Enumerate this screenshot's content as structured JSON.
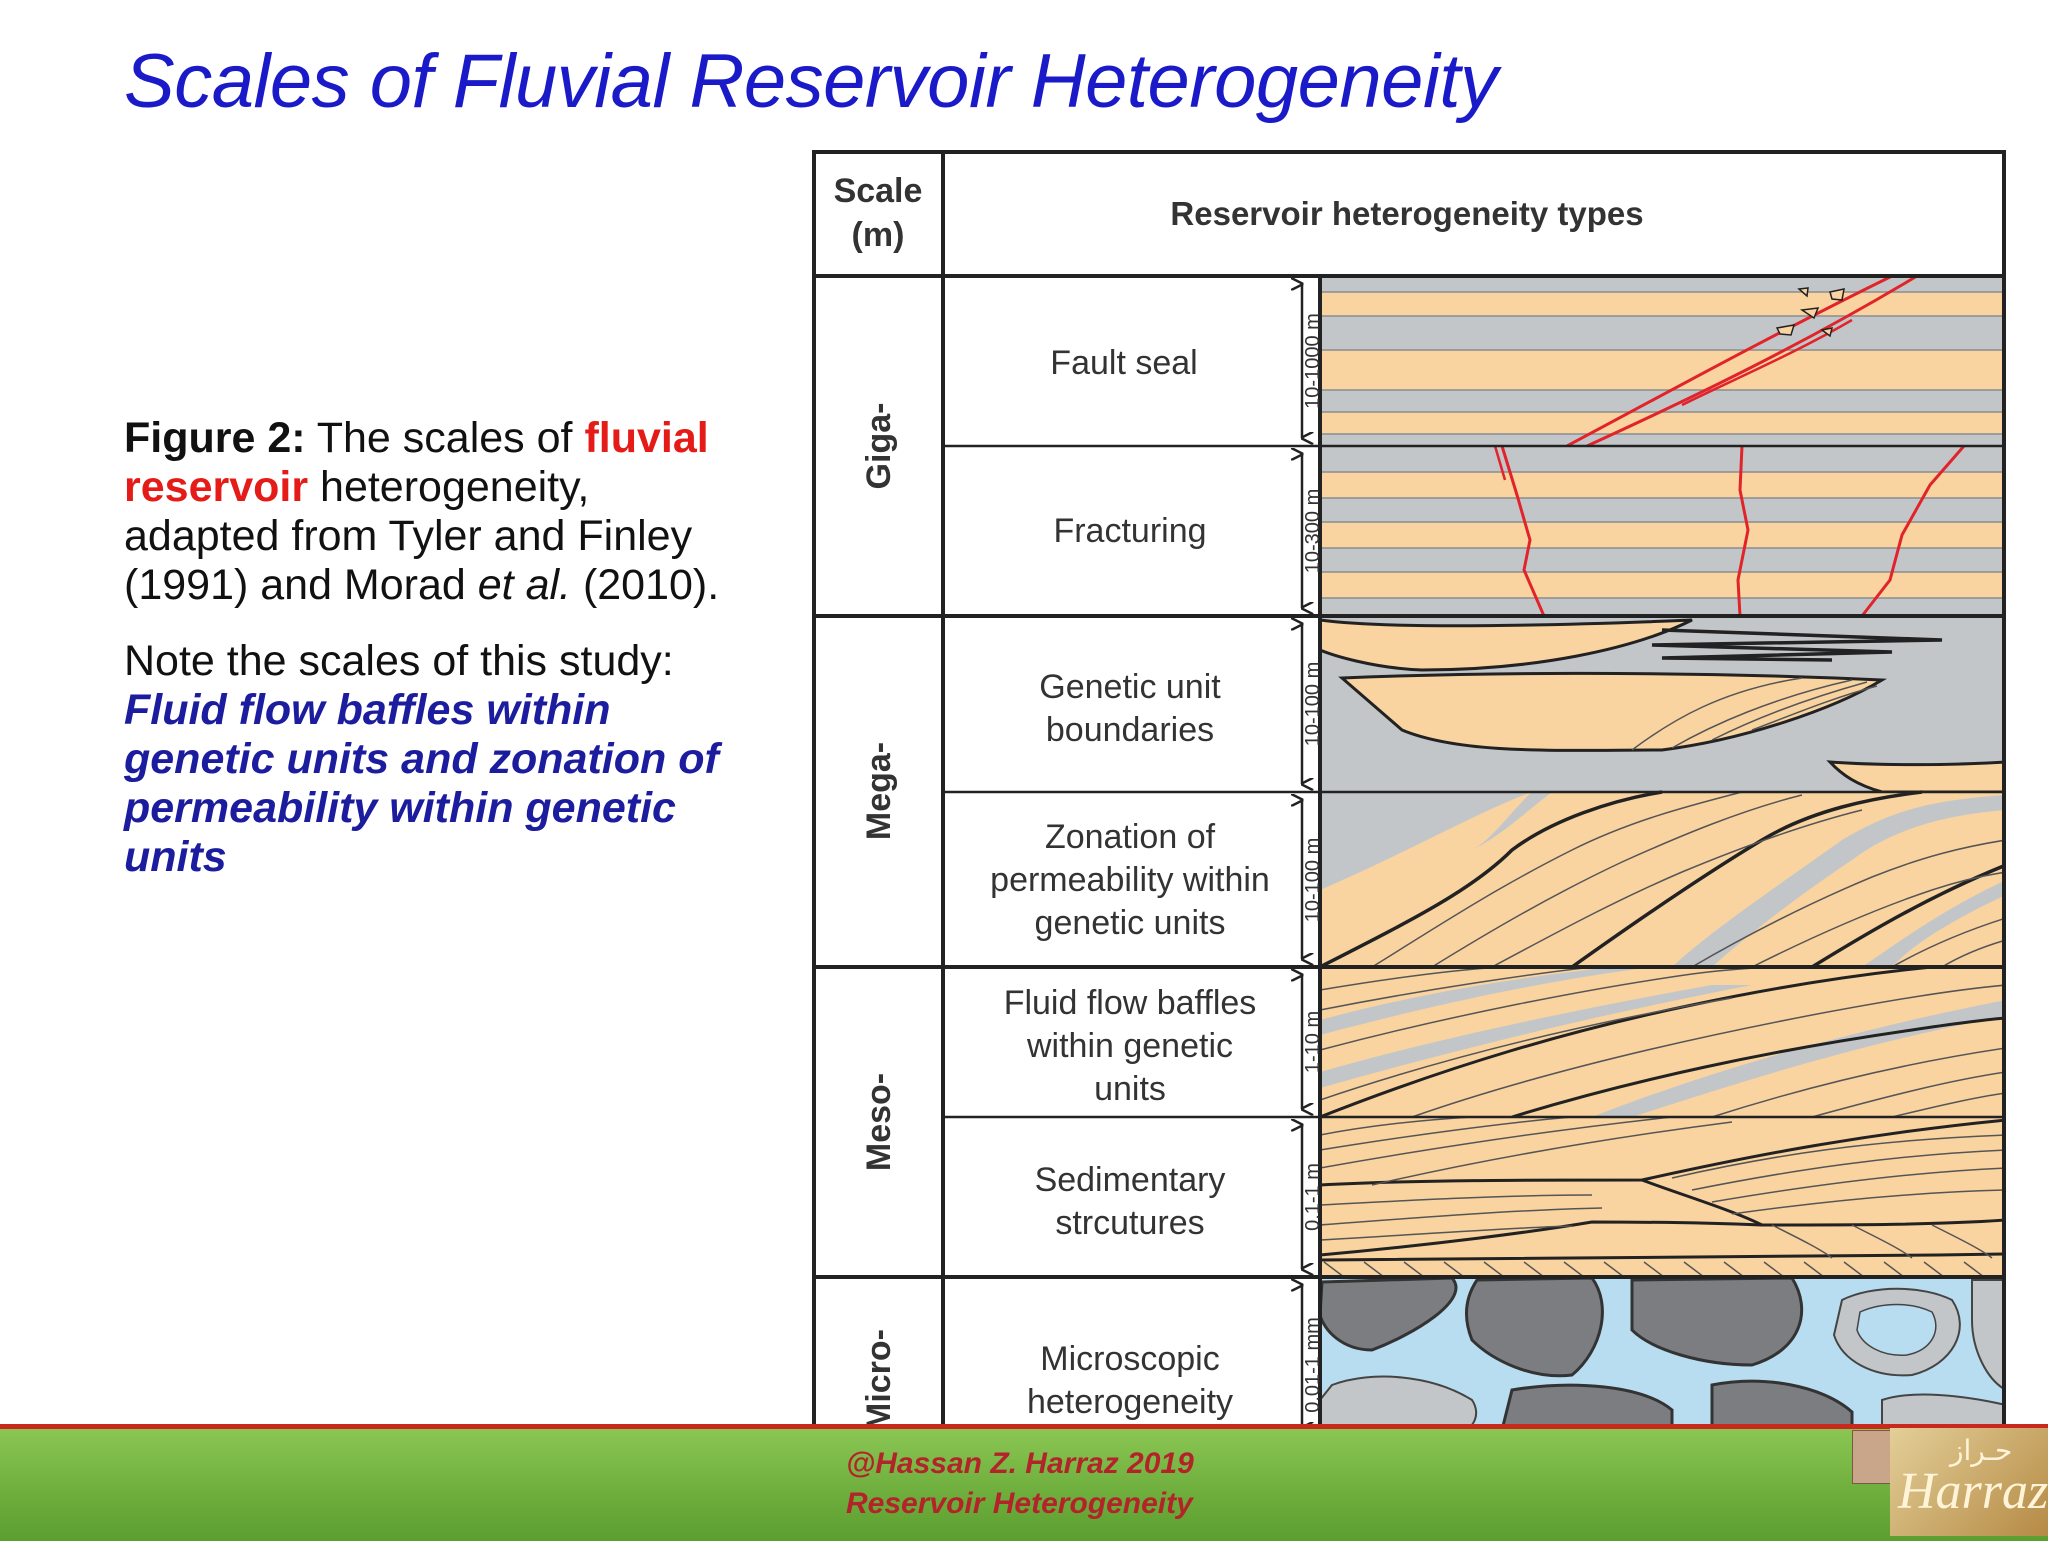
{
  "slide": {
    "title": "Scales of Fluvial Reservoir Heterogeneity"
  },
  "caption": {
    "fig_label": "Figure 2:",
    "text1": " The scales of ",
    "highlight": "fluvial reservoir",
    "text2": " heterogeneity, adapted from Tyler and Finley (1991) and Morad ",
    "etal": "et al.",
    "text3": " (2010).",
    "note": "Note the scales of this study: ",
    "note_emphasis": "Fluid flow baffles within genetic units and zonation of permeability within genetic units"
  },
  "figure": {
    "scale_header": [
      "Scale",
      "(m)"
    ],
    "types_header": "Reservoir heterogeneity types",
    "scales": [
      "Giga-",
      "Mega-",
      "Meso-",
      "Micro-"
    ],
    "rows": [
      {
        "label": [
          "Fault seal"
        ],
        "range": "10-1000 m"
      },
      {
        "label": [
          "Fracturing"
        ],
        "range": "10-300 m"
      },
      {
        "label": [
          "Genetic unit",
          "boundaries"
        ],
        "range": "10-100 m"
      },
      {
        "label": [
          "Zonation of",
          "permeability within",
          "genetic units"
        ],
        "range": "10-100 m"
      },
      {
        "label": [
          "Fluid flow baffles",
          "within genetic",
          "units"
        ],
        "range": "1-10 m"
      },
      {
        "label": [
          "Sedimentary",
          "strcutures"
        ],
        "range": "0.1-1 m"
      },
      {
        "label": [
          "Microscopic",
          "heterogeneity"
        ],
        "range": "0.01-1 mm"
      }
    ],
    "colors": {
      "sand": "#f9d3a0",
      "shale": "#c3c6c9",
      "fault": "#e0242a",
      "grain": "#7b7d80",
      "pore": "#b8dcf0"
    }
  },
  "footer": {
    "line1": "@Hassan Z. Harraz 2019",
    "line2": "Reservoir Heterogeneity",
    "logo": "Harraz",
    "logo_arabic": "حـراز"
  }
}
